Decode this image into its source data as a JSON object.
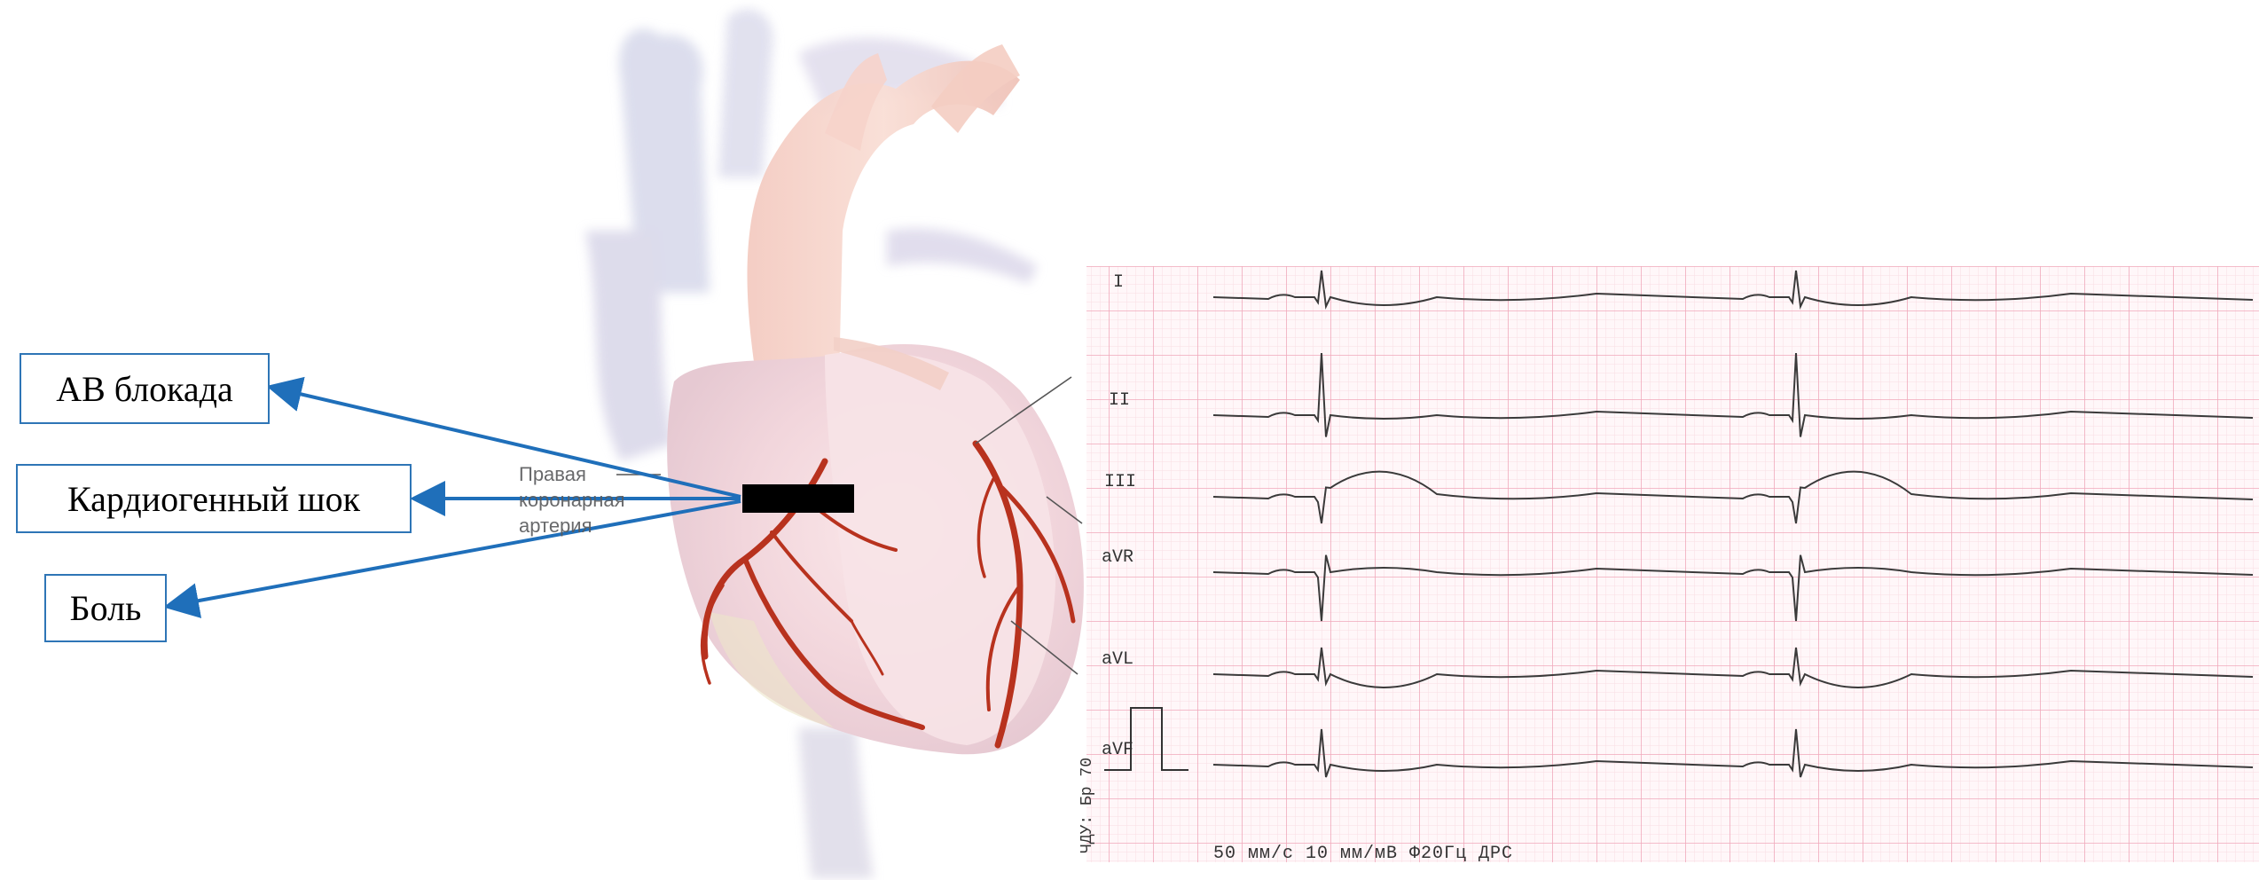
{
  "labels": {
    "av_block": "АВ блокада",
    "cardiogenic_shock": "Кардиогенный шок",
    "pain": "Боль"
  },
  "heart": {
    "artery_label_lines": [
      "Правая",
      "коронарная",
      "артерия"
    ]
  },
  "ecg": {
    "leads": [
      "I",
      "II",
      "III",
      "aVR",
      "aVL",
      "aVF"
    ],
    "footer": "50 мм/с  10 мм/мВ  Ф20Гц ДРС",
    "side_text": "ЧДУ: Бр 70"
  },
  "colors": {
    "arrow": "#1f6fba",
    "box_border": "#2e75b6",
    "ecg_grid_major": "#f0a9bb",
    "ecg_grid_minor": "#f9dde4",
    "ecg_trace": "#3a3a3a",
    "artery": "#b8321e"
  }
}
